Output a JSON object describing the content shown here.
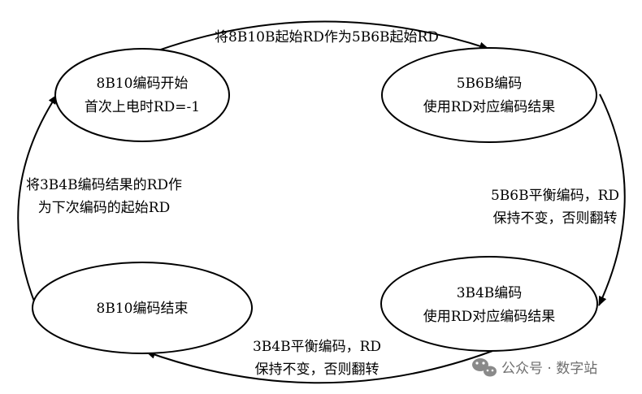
{
  "nodes": {
    "start": {
      "line1": "8B10编码开始",
      "line2": "首次上电时RD=-1"
    },
    "enc5b6b": {
      "line1": "5B6B编码",
      "line2": "使用RD对应编码结果"
    },
    "enc3b4b": {
      "line1": "3B4B编码",
      "line2": "使用RD对应编码结果"
    },
    "end": {
      "line1": "8B10编码结束"
    }
  },
  "edges": {
    "top": {
      "line1": "将8B10B起始RD作为5B6B起始RD"
    },
    "right": {
      "line1": "5B6B平衡编码，RD",
      "line2": "保持不变，否则翻转"
    },
    "bottom": {
      "line1": "3B4B平衡编码，RD",
      "line2": "保持不变，否则翻转"
    },
    "left": {
      "line1": "将3B4B编码结果的RD作",
      "line2": "为下次编码的起始RD"
    }
  },
  "watermark": {
    "text": "公众号 · 数字站"
  }
}
